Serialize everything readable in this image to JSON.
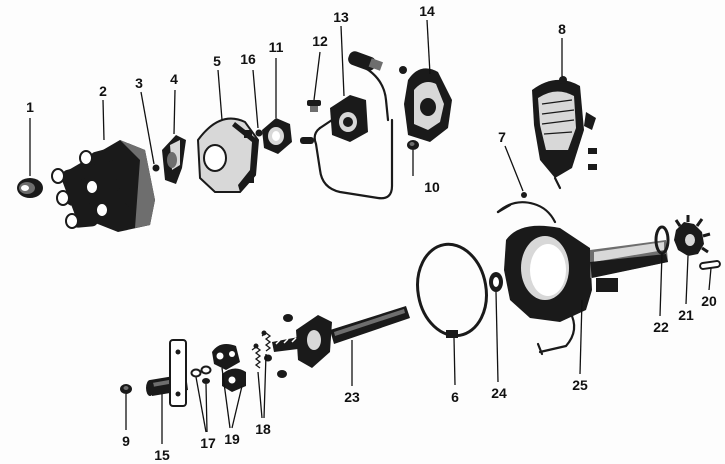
{
  "figure": {
    "colors": {
      "ink": "#1a1a1a",
      "mid": "#6e6e6e",
      "light": "#d8d8d8",
      "paper": "#fdfdfd"
    },
    "callouts": [
      {
        "id": "p1",
        "label": "1"
      },
      {
        "id": "p2",
        "label": "2"
      },
      {
        "id": "p3",
        "label": "3"
      },
      {
        "id": "p4",
        "label": "4"
      },
      {
        "id": "p5",
        "label": "5"
      },
      {
        "id": "p6",
        "label": "6"
      },
      {
        "id": "p7",
        "label": "7"
      },
      {
        "id": "p8",
        "label": "8"
      },
      {
        "id": "p9",
        "label": "9"
      },
      {
        "id": "p10",
        "label": "10"
      },
      {
        "id": "p11",
        "label": "11"
      },
      {
        "id": "p12",
        "label": "12"
      },
      {
        "id": "p13",
        "label": "13"
      },
      {
        "id": "p14",
        "label": "14"
      },
      {
        "id": "p15",
        "label": "15"
      },
      {
        "id": "p16",
        "label": "16"
      },
      {
        "id": "p17",
        "label": "17"
      },
      {
        "id": "p18",
        "label": "18"
      },
      {
        "id": "p19",
        "label": "19"
      },
      {
        "id": "p20",
        "label": "20"
      },
      {
        "id": "p21",
        "label": "21"
      },
      {
        "id": "p22",
        "label": "22"
      },
      {
        "id": "p23",
        "label": "23"
      },
      {
        "id": "p24",
        "label": "24"
      },
      {
        "id": "p25",
        "label": "25"
      }
    ]
  }
}
